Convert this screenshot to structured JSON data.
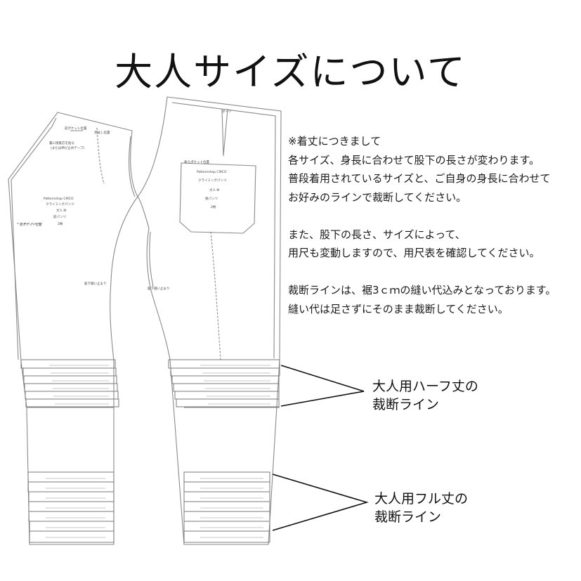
{
  "title": "大人サイズについて",
  "notes": {
    "line1": "※着丈につきまして",
    "line2": "各サイズ、身長に合わせて股下の長さが変わります。",
    "line3": "普段着用されているサイズと、ご自身の身長に合わせて",
    "line4": "お好みのラインで裁断してください。",
    "line5": "また、股下の長さ、サイズによって、",
    "line6": "用尺も変動しますので、用尺表を確認してください。",
    "line7": "裁断ラインは、裾3ｃｍの縫い代込みとなっております。",
    "line8": "縫い代は足さずにそのまま裁断してください。"
  },
  "callouts": {
    "half_line1": "大人用ハーフ丈の",
    "half_line2": "裁断ライン",
    "full_line1": "大人用フル丈の",
    "full_line2": "裁断ライン"
  },
  "pattern_labels": {
    "front_pocket_pos": "前ポケット位置",
    "fly": "見返し位置",
    "front_note_1": "裏に接着芯を貼る",
    "front_note_2": "(または伸び止めテープ)",
    "shop": "Patternshop CIRCO",
    "product": "クライミングパンツ",
    "size": "大人 M",
    "front_part": "前パンツ",
    "front_count": "2枚",
    "side_pocket_pos": "前ポケット位置",
    "dart": "ダーツ",
    "back_pocket_pos": "後ろポケット位置",
    "back_shop": "Patternshop CIRCO",
    "back_product": "クライミングパンツ",
    "back_size": "大人 M",
    "back_part": "後パンツ",
    "back_count": "2枚",
    "inseam_end": "股下縫い止まり",
    "back_inseam_end": "股下縫い止まり"
  },
  "colors": {
    "line": "#8a8a8a",
    "text": "#1a1a1a"
  }
}
